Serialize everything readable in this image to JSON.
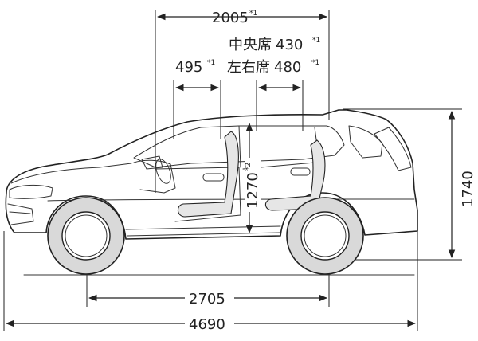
{
  "dimensions": {
    "overall_length": {
      "value": "4690",
      "note": ""
    },
    "wheelbase": {
      "value": "2705",
      "note": ""
    },
    "overall_height": {
      "value": "1740",
      "note": ""
    },
    "interior_length": {
      "value": "2005",
      "note": "*1"
    },
    "interior_height": {
      "value": "1270",
      "note": "*2"
    },
    "front_seat_width": {
      "value": "495",
      "note": "*1"
    },
    "center_rear_seat": {
      "label": "中央席",
      "value": "430",
      "note": "*1"
    },
    "side_rear_seat": {
      "label": "左右席",
      "value": "480",
      "note": "*1"
    }
  }
}
